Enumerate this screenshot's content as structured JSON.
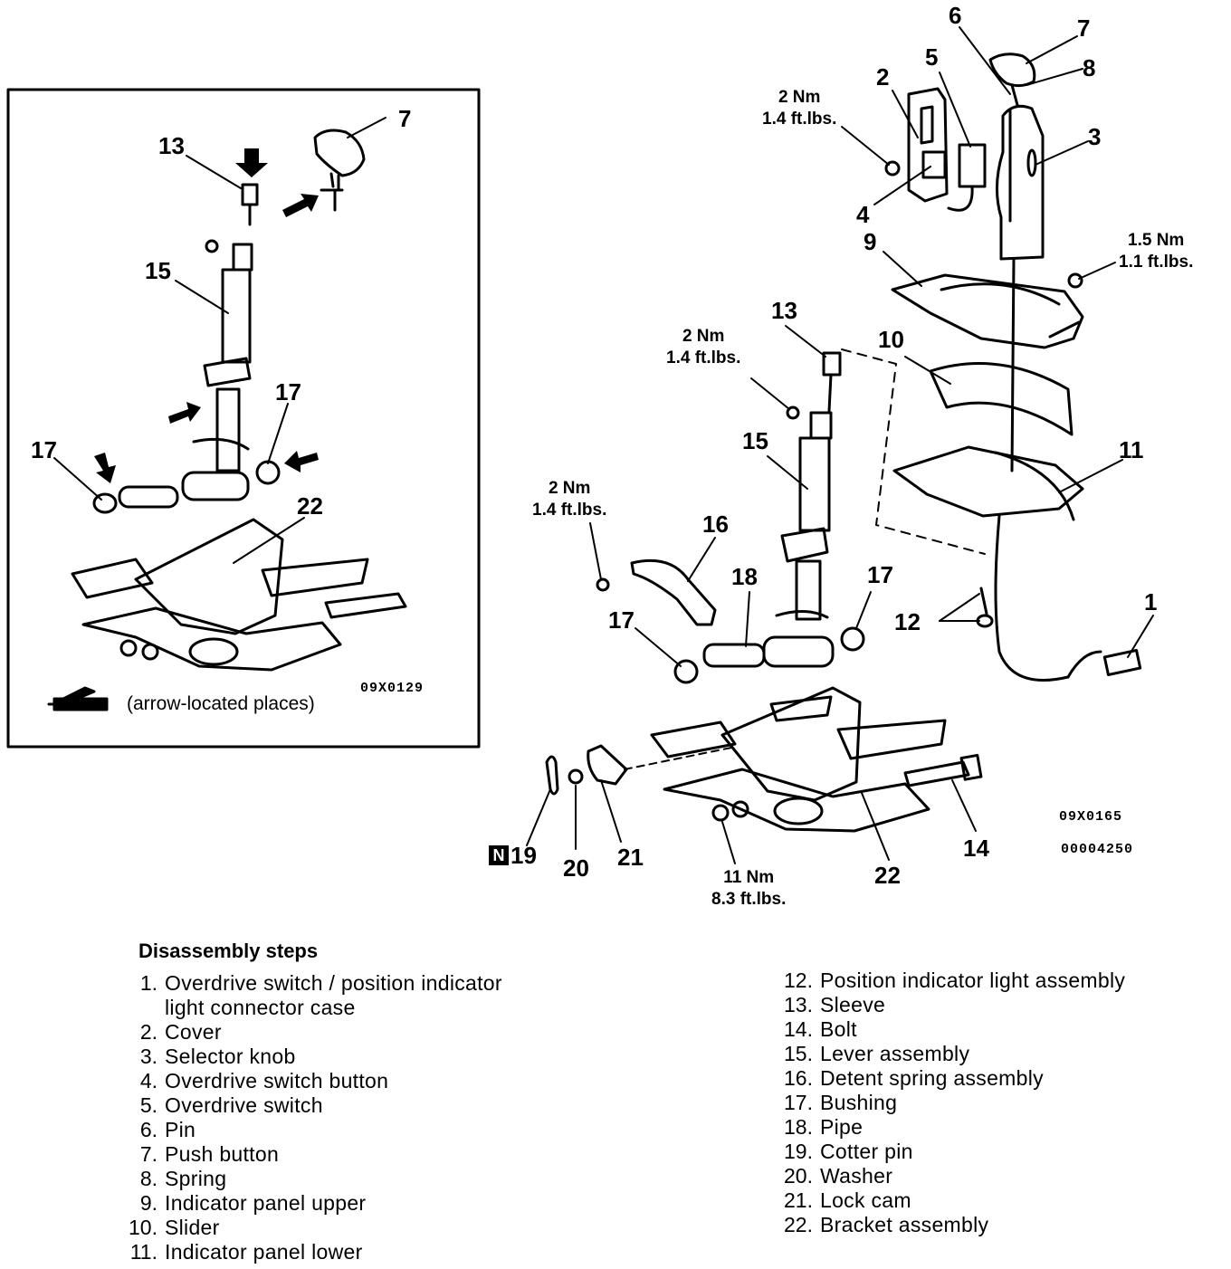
{
  "inset": {
    "ref_code": "09X0129",
    "note": "(arrow-located places)",
    "labels": {
      "n13": "13",
      "n7": "7",
      "n15": "15",
      "n17a": "17",
      "n17b": "17",
      "n22": "22"
    }
  },
  "main": {
    "ref_code": "09X0165",
    "ref_code2": "00004250",
    "labels": {
      "n6": "6",
      "n7": "7",
      "n8": "8",
      "n5": "5",
      "n2": "2",
      "n3": "3",
      "n4": "4",
      "n9": "9",
      "n10": "10",
      "n11": "11",
      "n13": "13",
      "n15": "15",
      "n16": "16",
      "n17a": "17",
      "n17b": "17",
      "n18": "18",
      "n12": "12",
      "n1": "1",
      "n19": "19",
      "n20": "20",
      "n21": "21",
      "n22": "22",
      "n14": "14"
    },
    "torques": {
      "t_cover": [
        "2 Nm",
        "1.4 ft.lbs."
      ],
      "t_panel": [
        "1.5 Nm",
        "1.1 ft.lbs."
      ],
      "t_lever": [
        "2 Nm",
        "1.4 ft.lbs."
      ],
      "t_detent": [
        "2 Nm",
        "1.4 ft.lbs."
      ],
      "t_bracket": [
        "11 Nm",
        "8.3 ft.lbs."
      ]
    },
    "n19_badge": "N"
  },
  "steps_title": "Disassembly steps",
  "steps_left": [
    {
      "no": "1.",
      "text": "Overdrive switch / position indicator"
    },
    {
      "no": "",
      "text": "light connector case"
    },
    {
      "no": "2.",
      "text": "Cover"
    },
    {
      "no": "3.",
      "text": "Selector knob"
    },
    {
      "no": "4.",
      "text": "Overdrive switch button"
    },
    {
      "no": "5.",
      "text": "Overdrive switch"
    },
    {
      "no": "6.",
      "text": "Pin"
    },
    {
      "no": "7.",
      "text": "Push button"
    },
    {
      "no": "8.",
      "text": "Spring"
    },
    {
      "no": "9.",
      "text": "Indicator panel upper"
    },
    {
      "no": "10.",
      "text": "Slider"
    },
    {
      "no": "11.",
      "text": "Indicator panel lower"
    }
  ],
  "steps_right": [
    {
      "no": "12.",
      "text": "Position indicator light assembly"
    },
    {
      "no": "13.",
      "text": "Sleeve"
    },
    {
      "no": "14.",
      "text": "Bolt"
    },
    {
      "no": "15.",
      "text": "Lever assembly"
    },
    {
      "no": "16.",
      "text": "Detent spring assembly"
    },
    {
      "no": "17.",
      "text": "Bushing"
    },
    {
      "no": "18.",
      "text": "Pipe"
    },
    {
      "no": "19.",
      "text": "Cotter pin"
    },
    {
      "no": "20.",
      "text": "Washer"
    },
    {
      "no": "21.",
      "text": "Lock cam"
    },
    {
      "no": "22.",
      "text": "Bracket assembly"
    }
  ]
}
